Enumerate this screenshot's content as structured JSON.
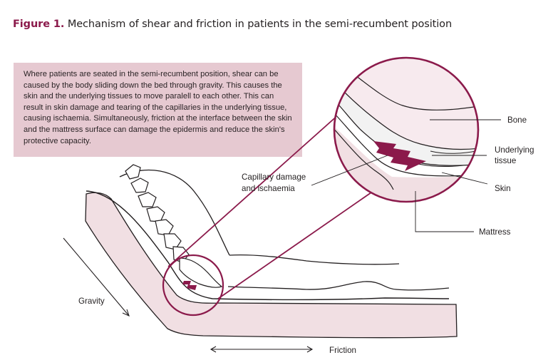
{
  "figure": {
    "label": "Figure 1.",
    "title": "Mechanism of shear and friction in patients in the semi-recumbent position"
  },
  "caption": "Where patients are seated in the semi-recumbent position, shear can be caused by the body sliding down the bed through gravity. This causes the skin and the underlying tissues to move paralell to each other. This can result in skin damage and tearing of the capillaries in the underlying tissue, causing ischaemia. Simultaneously, friction at the interface between the skin and the mattress surface can damage the epidermis and reduce the skin's protective capacity.",
  "labels": {
    "bone": "Bone",
    "underlying_tissue_1": "Underlying",
    "underlying_tissue_2": "tissue",
    "skin": "Skin",
    "mattress": "Mattress",
    "capillary_1": "Capillary damage",
    "capillary_2": "and ischaemia",
    "gravity": "Gravity",
    "friction": "Friction"
  },
  "colors": {
    "accent": "#8b1a4b",
    "caption_bg": "#e6c9d1",
    "mattress_fill": "#f1dfe3",
    "bone_fill": "#f7eaee"
  }
}
